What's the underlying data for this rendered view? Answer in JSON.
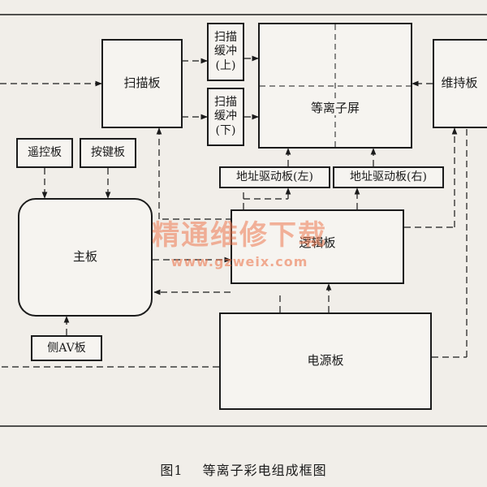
{
  "blocks": {
    "scan_board": "扫描板",
    "scan_buffer_top": "扫描\n缓冲\n(上)",
    "scan_buffer_bottom": "扫描\n缓冲\n(下)",
    "plasma_screen": "等离子屏",
    "sustain_board": "维持板",
    "remote_board": "遥控板",
    "key_board": "按键板",
    "address_driver_left": "地址驱动板(左)",
    "address_driver_right": "地址驱动板(右)",
    "main_board": "主板",
    "logic_board": "逻辑板",
    "side_av_board": "侧AV板",
    "power_board": "电源板"
  },
  "watermark": {
    "text": "精通维修下载",
    "url": "www.gzweix.com"
  },
  "caption": {
    "number": "图1",
    "title": "等离子彩电组成框图"
  },
  "colors": {
    "background": "#f1eee9",
    "line": "#1b1b1b",
    "watermark": "#ec7850"
  }
}
